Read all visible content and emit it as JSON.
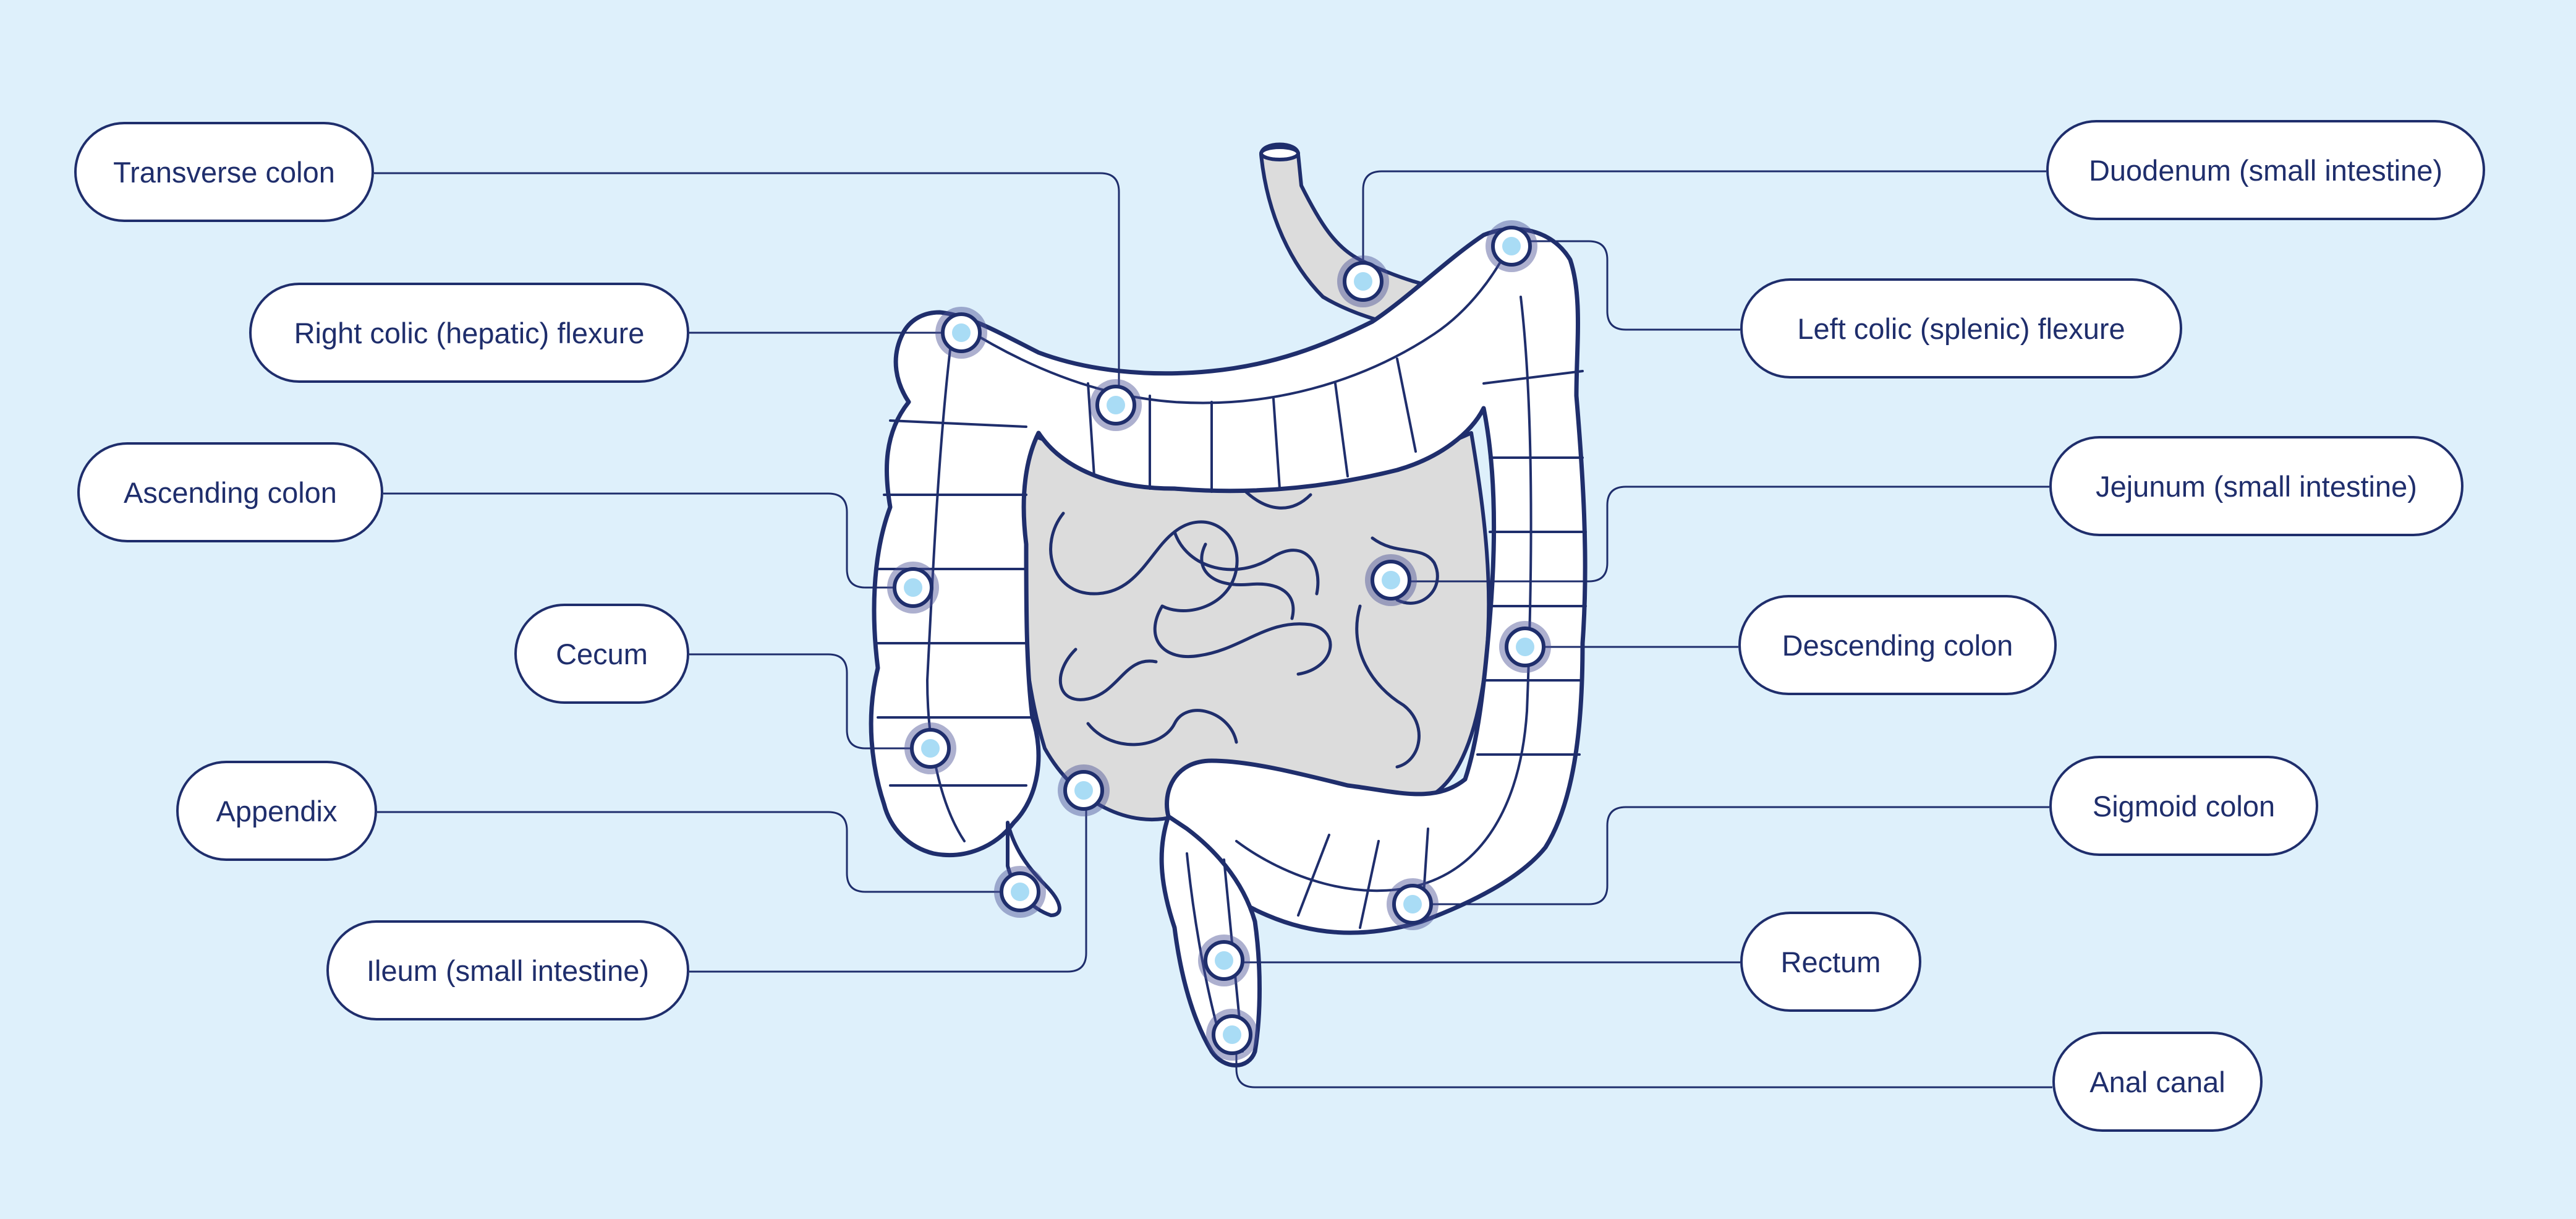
{
  "labels": {
    "transverse_colon": "Transverse colon",
    "right_colic_flexure": "Right colic (hepatic) flexure",
    "ascending_colon": "Ascending colon",
    "cecum": "Cecum",
    "appendix": "Appendix",
    "ileum": "Ileum (small intestine)",
    "duodenum": "Duodenum (small intestine)",
    "left_colic_flexure": "Left colic (splenic) flexure",
    "jejunum": "Jejunum (small intestine)",
    "descending_colon": "Descending colon",
    "sigmoid_colon": "Sigmoid colon",
    "rectum": "Rectum",
    "anal_canal": "Anal canal"
  },
  "colors": {
    "background": "#def0fb",
    "outline": "#1f2e6c",
    "organ_fill": "#ffffff",
    "organ_shade": "#dcdcdc",
    "marker_halo": "#4a4f95",
    "marker_dot": "#a9dcf5"
  }
}
